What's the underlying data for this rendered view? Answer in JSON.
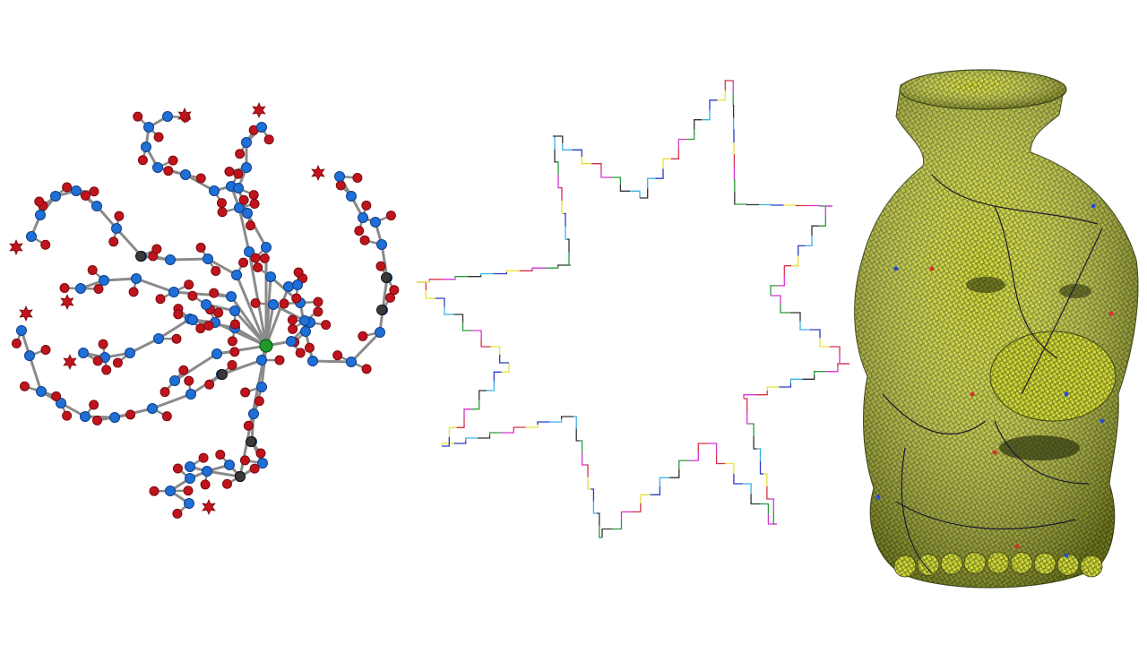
{
  "figure": {
    "panels": [
      {
        "id": "tree",
        "kind": "node-link tree diagram"
      },
      {
        "id": "star",
        "kind": "colored staircase polygon outline"
      },
      {
        "id": "lion",
        "kind": "quad-meshed 3D model render"
      }
    ]
  },
  "colors": {
    "background": "#ffffff",
    "edge": "#8a8a8a",
    "leaf_node": "#c0141c",
    "internal_node": "#1f6fd6",
    "junction_node": "#3a3a3a",
    "root_node": "#1f9a2a",
    "mesh_base": "#8f9a28",
    "mesh_light": "#d8dc3a",
    "mesh_dark": "#4a5618",
    "seam": "#1a1a2e",
    "star_segment_palette": [
      "#d633d6",
      "#e8e23a",
      "#3cb0e6",
      "#2a9a3a",
      "#d8304a",
      "#2a3ac8",
      "#333333"
    ]
  }
}
